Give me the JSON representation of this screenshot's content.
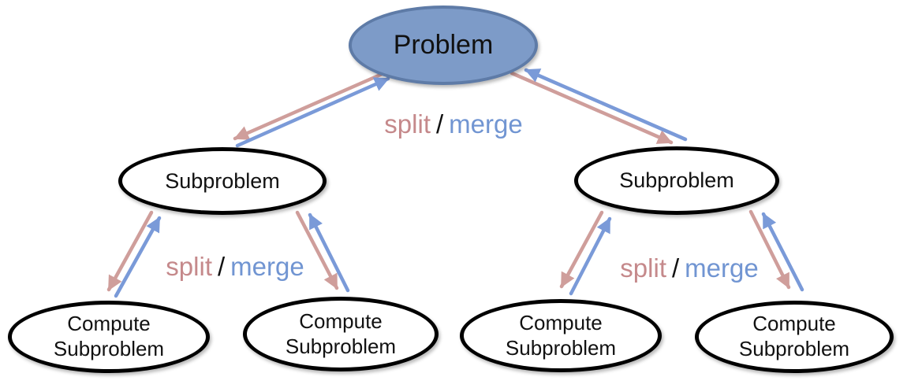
{
  "nodes": {
    "problem": {
      "label": "Problem"
    },
    "subproblems": [
      {
        "label": "Subproblem"
      },
      {
        "label": "Subproblem"
      }
    ],
    "compute": [
      {
        "line1": "Compute",
        "line2": "Subproblem"
      },
      {
        "line1": "Compute",
        "line2": "Subproblem"
      },
      {
        "line1": "Compute",
        "line2": "Subproblem"
      },
      {
        "line1": "Compute",
        "line2": "Subproblem"
      }
    ]
  },
  "edge_labels": [
    {
      "split": "split",
      "slash": "/",
      "merge": "merge"
    },
    {
      "split": "split",
      "slash": "/",
      "merge": "merge"
    },
    {
      "split": "split",
      "slash": "/",
      "merge": "merge"
    }
  ],
  "colors": {
    "problem_fill": "#7D9BC8",
    "problem_border": "#5E7BA7",
    "subproblem_border": "#000000",
    "split": "#C5898B",
    "merge": "#7195D2",
    "split_arrow": "#CF9E9B",
    "merge_arrow": "#7A9AD8"
  }
}
